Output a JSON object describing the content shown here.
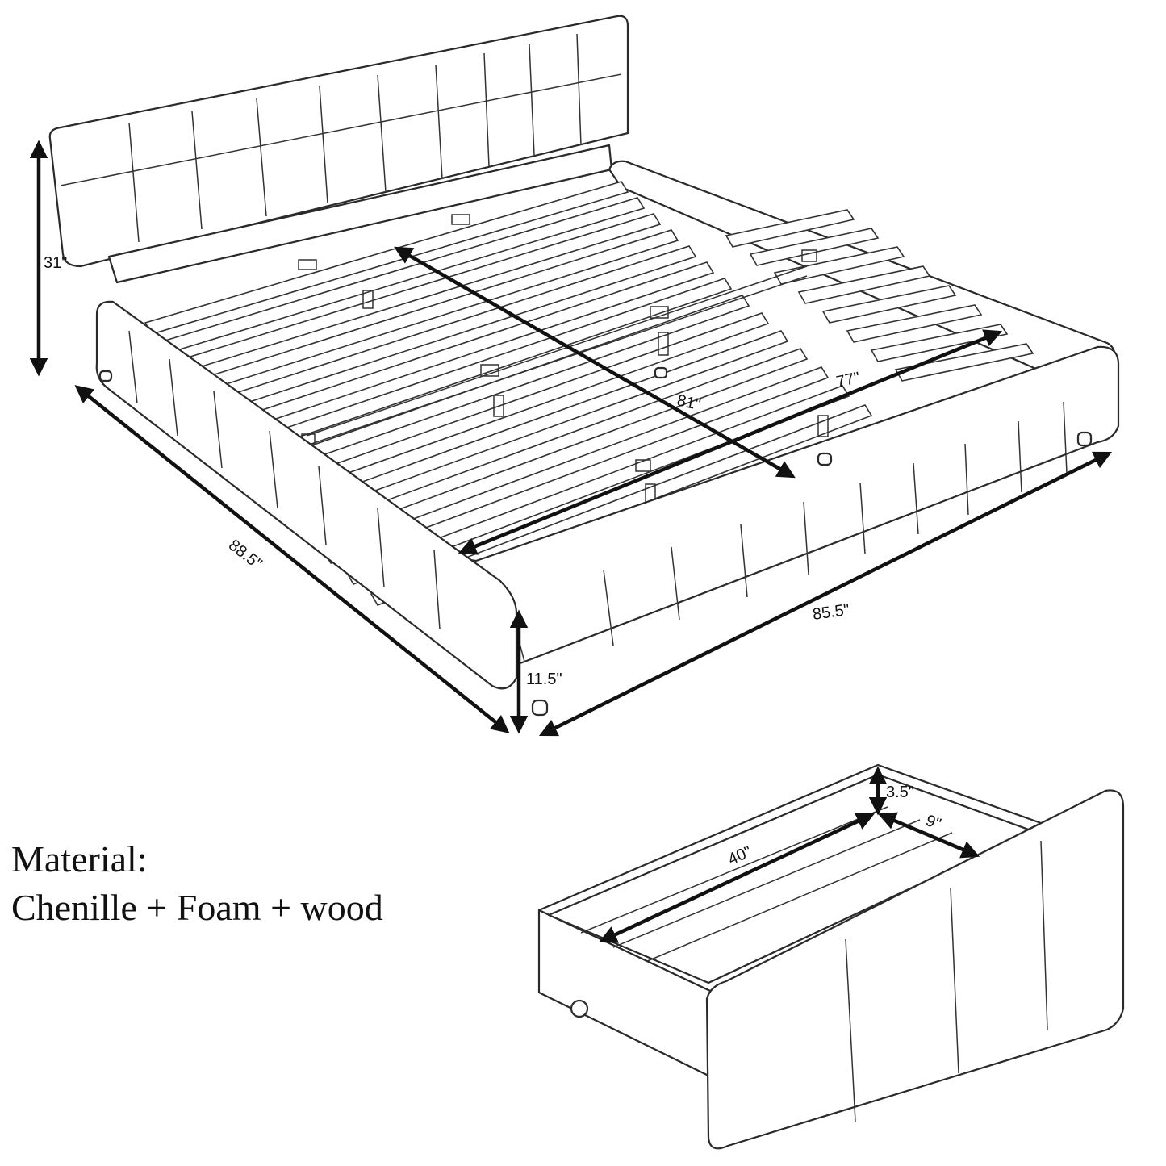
{
  "bed": {
    "dimensions": {
      "headboard_height": "31\"",
      "length": "88.5\"",
      "width": "85.5\"",
      "side_height": "11.5\"",
      "mattress_length": "81\"",
      "mattress_width": "77\""
    }
  },
  "drawer": {
    "dimensions": {
      "height": "3.5\"",
      "depth": "9\"",
      "length": "40\""
    }
  },
  "material": {
    "label": "Material:",
    "value": "Chenille + Foam + wood"
  },
  "colors": {
    "line": "#2a2a2a",
    "background": "#ffffff"
  }
}
